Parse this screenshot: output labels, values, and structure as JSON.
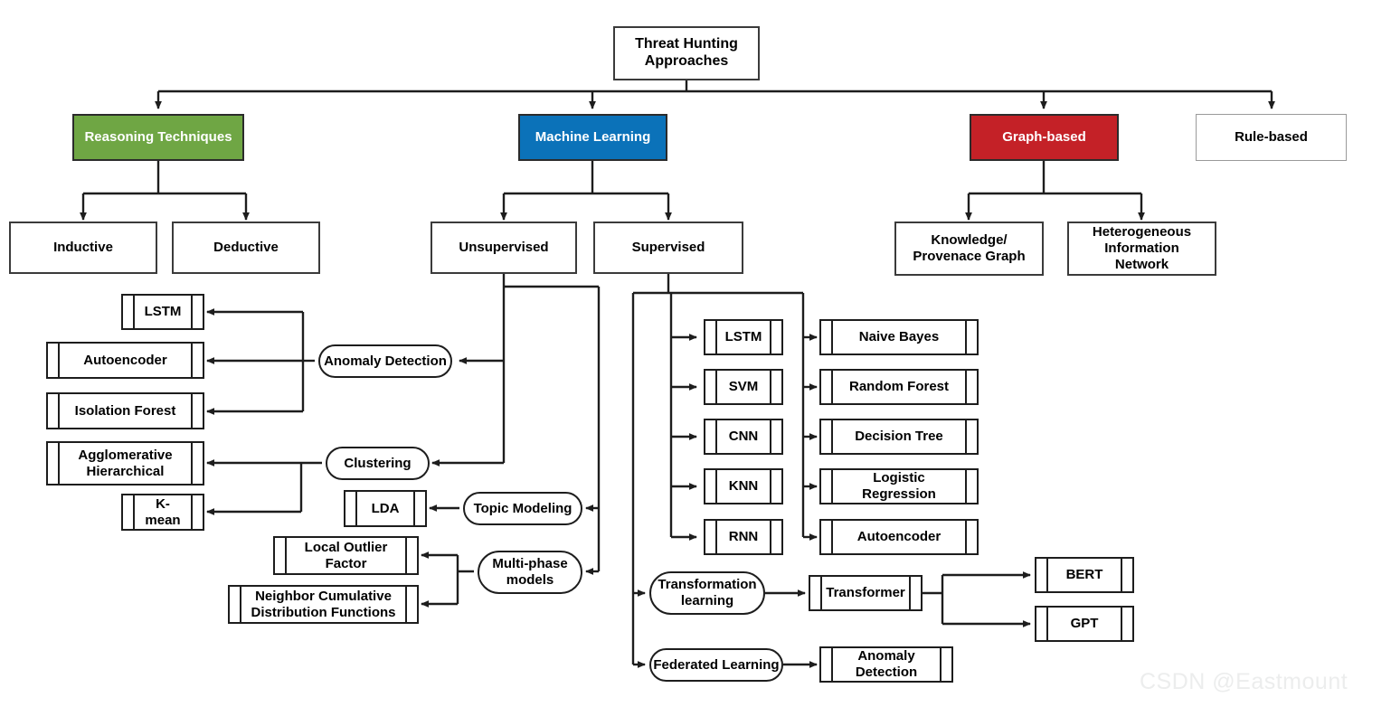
{
  "diagram": {
    "title": "Threat Hunting Approaches",
    "watermark": "CSDN @Eastmount",
    "colors": {
      "green": "#6FA644",
      "blue": "#0B72B9",
      "red": "#C42127",
      "line": "#1d1d1d",
      "thin_border": "#9a9a9a",
      "watermark": "#eceded"
    }
  },
  "root": {
    "label": "Threat Hunting Approaches"
  },
  "level1": [
    {
      "label": "Reasoning Techniques",
      "style": "green"
    },
    {
      "label": "Machine Learning",
      "style": "blue"
    },
    {
      "label": "Graph-based",
      "style": "red"
    },
    {
      "label": "Rule-based",
      "style": "plain-thin"
    }
  ],
  "level2": [
    {
      "label": "Inductive",
      "parent": "Reasoning Techniques"
    },
    {
      "label": "Deductive",
      "parent": "Reasoning Techniques"
    },
    {
      "label": "Unsupervised",
      "parent": "Machine Learning"
    },
    {
      "label": "Supervised",
      "parent": "Machine Learning"
    },
    {
      "label": "Knowledge/ Provenace Graph",
      "line1": "Knowledge/",
      "line2": "Provenace Graph",
      "parent": "Graph-based"
    },
    {
      "label": "Heterogeneous Information Network",
      "line1": "Heterogeneous",
      "line2": "Information",
      "line3": "Network",
      "parent": "Graph-based"
    }
  ],
  "unsupervised": {
    "categories": [
      {
        "label": "Anomaly Detection",
        "shape": "pill"
      },
      {
        "label": "Clustering",
        "shape": "pill"
      },
      {
        "label": "Topic Modeling",
        "shape": "pill"
      },
      {
        "label": "Multi-phase models",
        "line1": "Multi-phase",
        "line2": "models",
        "shape": "pill"
      }
    ],
    "methods": {
      "anomaly_detection": [
        "LSTM",
        "Autoencoder",
        "Isolation Forest"
      ],
      "clustering": [
        "Agglomerative Hierarchical",
        "K-mean"
      ],
      "topic_modeling": [
        "LDA"
      ],
      "multi_phase_models": [
        "Local Outlier Factor",
        "Neighbor Cumulative Distribution Functions"
      ]
    },
    "method_lines": {
      "agglomerative_1": "Agglomerative",
      "agglomerative_2": "Hierarchical",
      "local_outlier_1": "Local Outlier",
      "local_outlier_2": "Factor",
      "neighbor_1": "Neighbor Cumulative",
      "neighbor_2": "Distribution Functions"
    }
  },
  "supervised": {
    "column_left": [
      "LSTM",
      "SVM",
      "CNN",
      "KNN",
      "RNN"
    ],
    "column_right": [
      "Naive Bayes",
      "Random Forest",
      "Decision Tree",
      "Logistic Regression",
      "Autoencoder"
    ],
    "categories": [
      {
        "label": "Transformation learning",
        "line1": "Transformation",
        "line2": "learning",
        "shape": "pill"
      },
      {
        "label": "Federated Learning",
        "shape": "pill"
      }
    ],
    "transformation_chain": {
      "model": "Transformer",
      "children": [
        "BERT",
        "GPT"
      ]
    },
    "federated_chain": {
      "model": "Anomaly Detection"
    }
  }
}
